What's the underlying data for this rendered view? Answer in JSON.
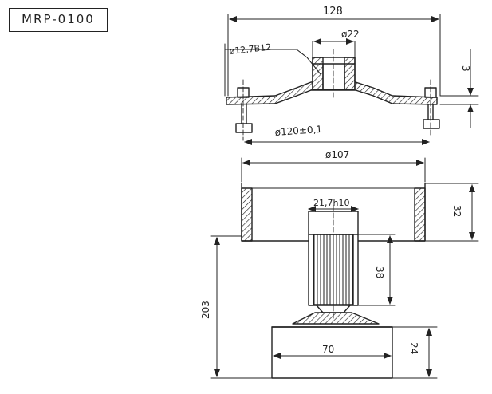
{
  "drawing": {
    "part_number": "MRP-0100",
    "dimensions": {
      "overall_width": "128",
      "bore": "ø12,7B12",
      "hub_diameter": "ø22",
      "flange_thickness": "3",
      "bolt_circle": "ø120±0,1",
      "cup_diameter": "ø107",
      "cup_height": "32",
      "shaft_diameter": "21,7h10",
      "shaft_length": "38",
      "total_height": "203",
      "base_width": "70",
      "base_height": "24"
    }
  },
  "colors": {
    "ink": "#222222",
    "paper": "#ffffff"
  }
}
